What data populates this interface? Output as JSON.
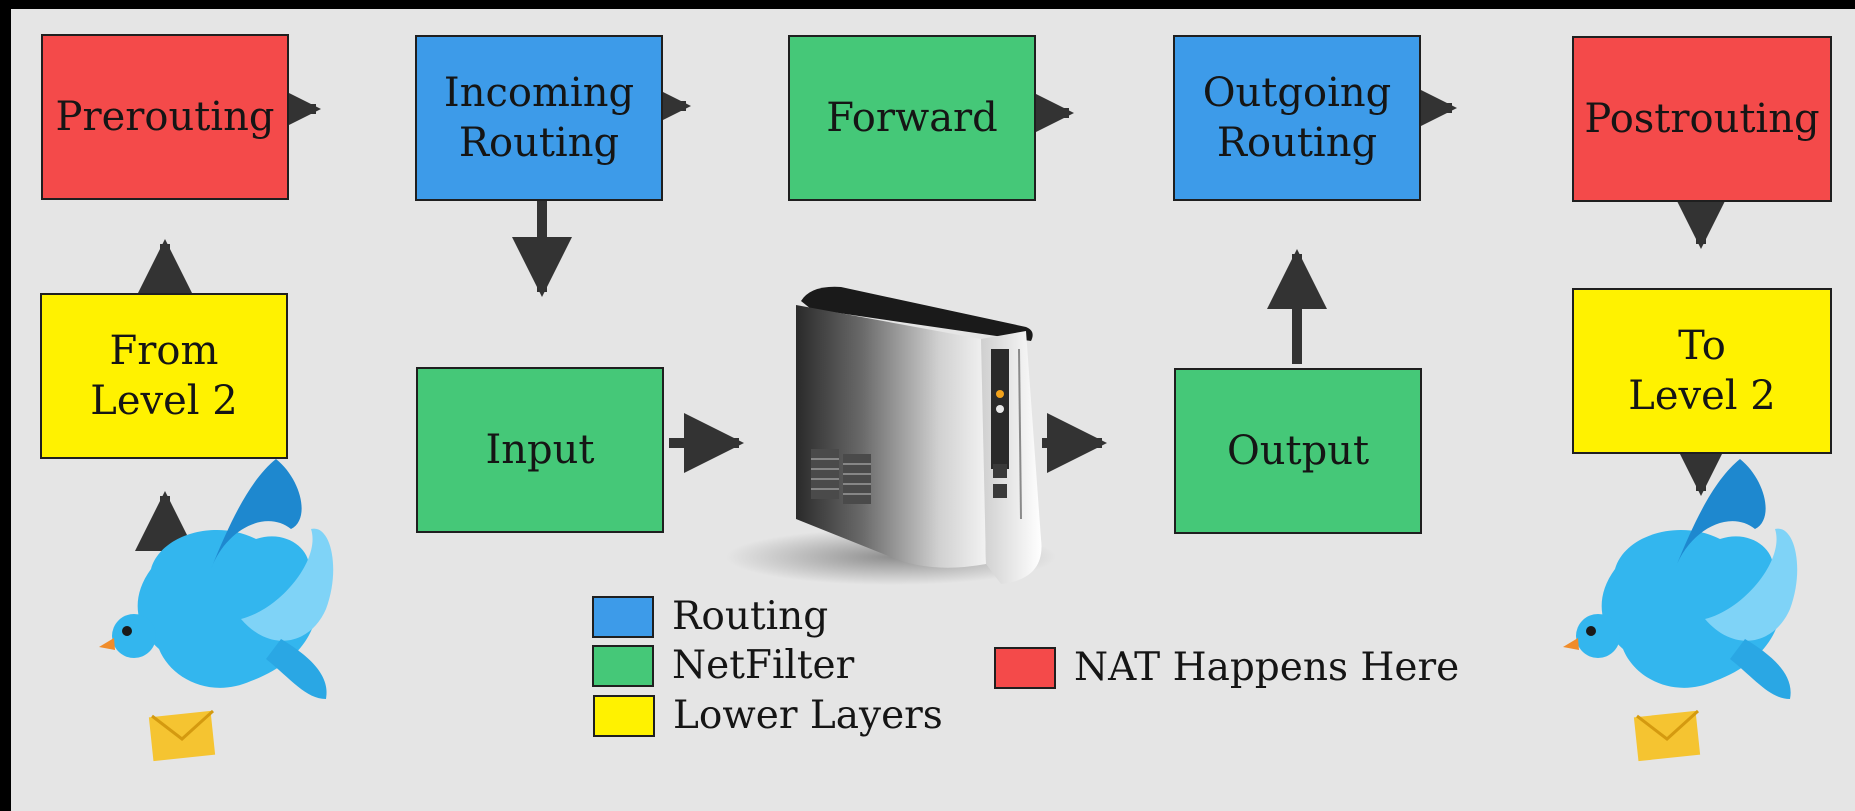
{
  "boxes": {
    "prerouting": "Prerouting",
    "incoming_routing": "Incoming\nRouting",
    "forward": "Forward",
    "outgoing_routing": "Outgoing\nRouting",
    "postrouting": "Postrouting",
    "from_level2": "From\nLevel 2",
    "input": "Input",
    "output": "Output",
    "to_level2": "To\nLevel 2"
  },
  "legend": {
    "routing": "Routing",
    "netfilter": "NetFilter",
    "lower_layers": "Lower Layers",
    "nat": "NAT Happens Here"
  },
  "colors": {
    "routing": "#3d9be9",
    "netfilter": "#45c878",
    "lower_layers": "#fff200",
    "nat": "#f44a4a",
    "arrow": "#333333",
    "background": "#e5e5e5"
  },
  "icons": [
    "bird-with-envelope-icon",
    "server-icon"
  ]
}
